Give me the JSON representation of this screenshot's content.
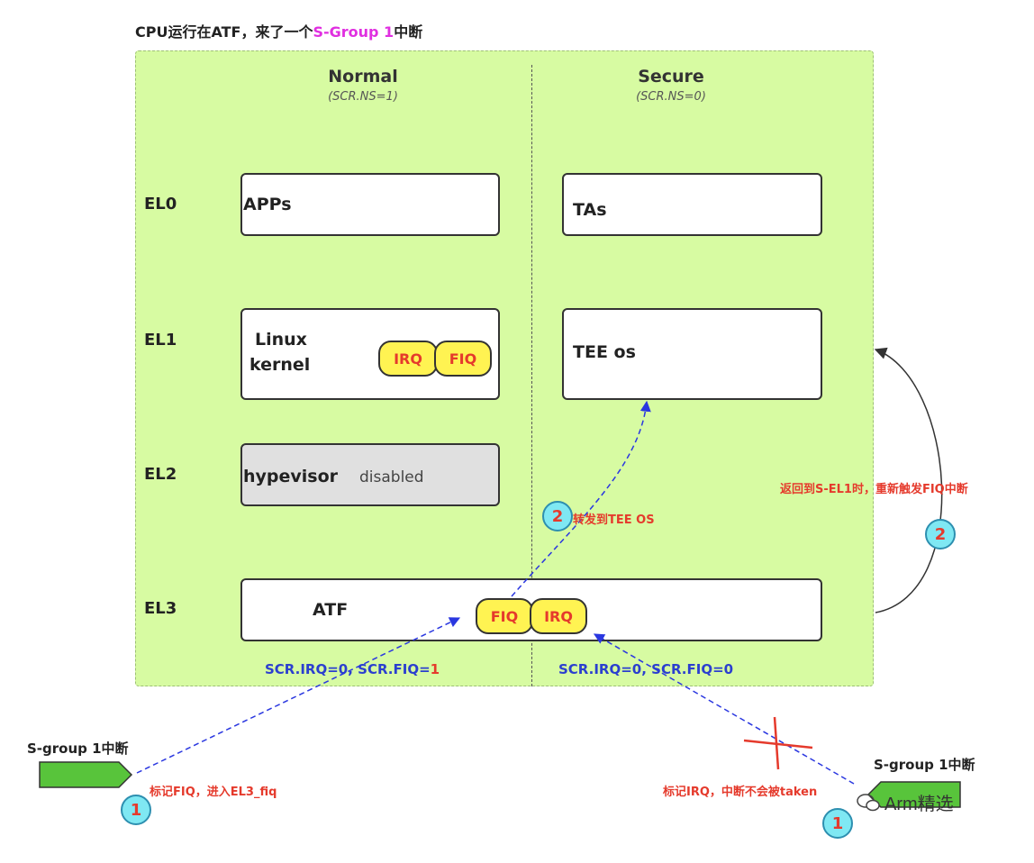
{
  "title": {
    "prefix": "CPU运行在ATF，来了一个",
    "highlight": "S-Group 1",
    "suffix": "中断"
  },
  "columns": {
    "normal": {
      "name": "Normal",
      "sub": "(SCR.NS=1)"
    },
    "secure": {
      "name": "Secure",
      "sub": "(SCR.NS=0)"
    }
  },
  "levels": [
    "EL0",
    "EL1",
    "EL2",
    "EL3"
  ],
  "boxes": {
    "apps": "APPs",
    "tas": "TAs",
    "linux_line1": "Linux",
    "linux_line2": "kernel",
    "tee": "TEE os",
    "hypervisor": "hypevisor",
    "hypervisor_status": "disabled",
    "atf": "ATF"
  },
  "pills": {
    "linux_irq": "IRQ",
    "linux_fiq": "FIQ",
    "atf_fiq": "FIQ",
    "atf_irq": "IRQ"
  },
  "scr": {
    "normal_prefix": "SCR.IRQ=0,  SCR.FIQ=",
    "normal_fiq_value": "1",
    "secure": "SCR.IRQ=0,  SCR.FIQ=0"
  },
  "notes": {
    "forward": "转发到TEE OS",
    "return": "返回到S-EL1时，重新触发FIQ中断",
    "mark_fiq": "标记FIQ，进入EL3_fiq",
    "mark_irq": "标记IRQ，中断不会被taken"
  },
  "badges": {
    "one": "1",
    "two": "2"
  },
  "sources": {
    "left": "S-group 1中断",
    "right": "S-group 1中断"
  },
  "watermark": "Arm精选",
  "colors": {
    "panel": "#d7fba2",
    "pill": "#fff352",
    "arrow_blue": "#2a37e0",
    "accent_red": "#e53a2c",
    "highlight_magenta": "#e02fe0",
    "source_green": "#58c43b"
  }
}
